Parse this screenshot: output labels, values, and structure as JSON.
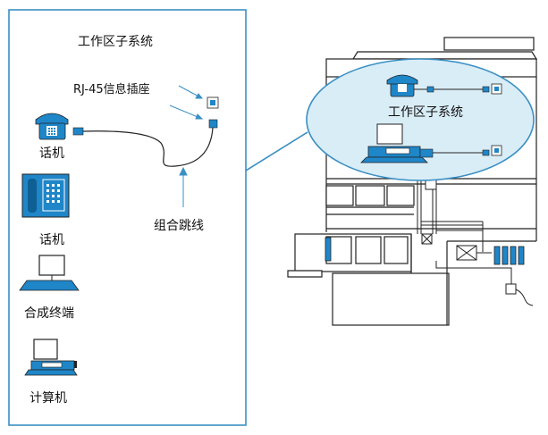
{
  "colors": {
    "accent": "#1f86c8",
    "stroke": "#222222",
    "frame": "#3a8fc4",
    "lens": "#d9edf7"
  },
  "left_panel": {
    "title": "工作区子系统",
    "outlet_label": "RJ-45信息插座",
    "cable_label": "组合跳线",
    "devices": [
      {
        "label": "话机",
        "icon": "desk-phone-icon"
      },
      {
        "label": "话机",
        "icon": "wall-phone-icon"
      },
      {
        "label": "合成终端",
        "icon": "integrated-terminal-icon"
      },
      {
        "label": "计算机",
        "icon": "computer-icon"
      }
    ]
  },
  "magnifier": {
    "label": "工作区子系统"
  }
}
